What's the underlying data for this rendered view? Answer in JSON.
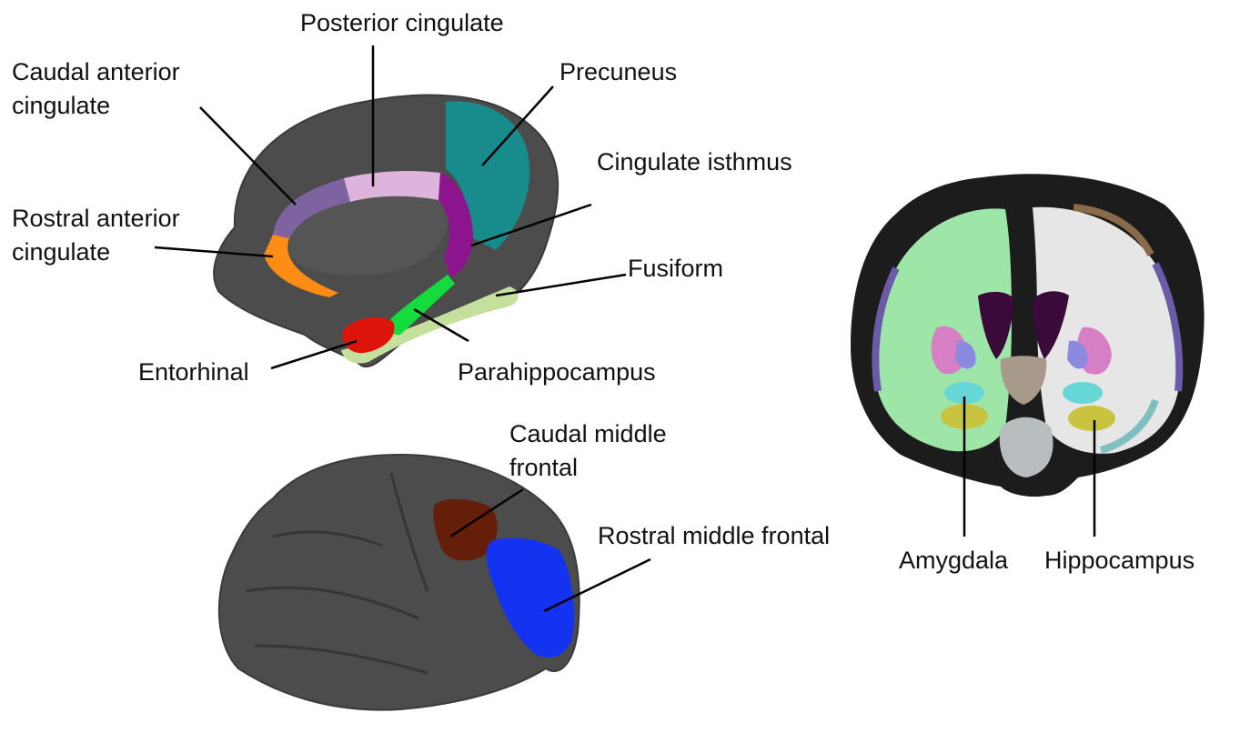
{
  "labels": {
    "posterior_cingulate": "Posterior cingulate",
    "caudal_anterior_cingulate_1": "Caudal anterior",
    "caudal_anterior_cingulate_2": "cingulate",
    "precuneus": "Precuneus",
    "cingulate_isthmus": "Cingulate isthmus",
    "rostral_anterior_cingulate_1": "Rostral anterior",
    "rostral_anterior_cingulate_2": "cingulate",
    "fusiform": "Fusiform",
    "entorhinal": "Entorhinal",
    "parahippocampus": "Parahippocampus",
    "caudal_middle_frontal_1": "Caudal middle",
    "caudal_middle_frontal_2": "frontal",
    "rostral_middle_frontal": "Rostral middle frontal",
    "amygdala": "Amygdala",
    "hippocampus": "Hippocampus"
  },
  "colors": {
    "cortex": "#4d4d4d",
    "posterior_cingulate": "#dcb4dc",
    "caudal_anterior_cingulate": "#7d64a0",
    "precuneus": "#188c8c",
    "cingulate_isthmus": "#8c148c",
    "rostral_anterior_cingulate": "#ff8c14",
    "fusiform": "#b4dc8c",
    "entorhinal": "#dc140a",
    "parahippocampus": "#14dc3c",
    "caudal_middle_frontal": "#641900",
    "rostral_middle_frontal": "#1432ff",
    "amygdala": "#67ffff",
    "hippocampus": "#dcd814"
  }
}
